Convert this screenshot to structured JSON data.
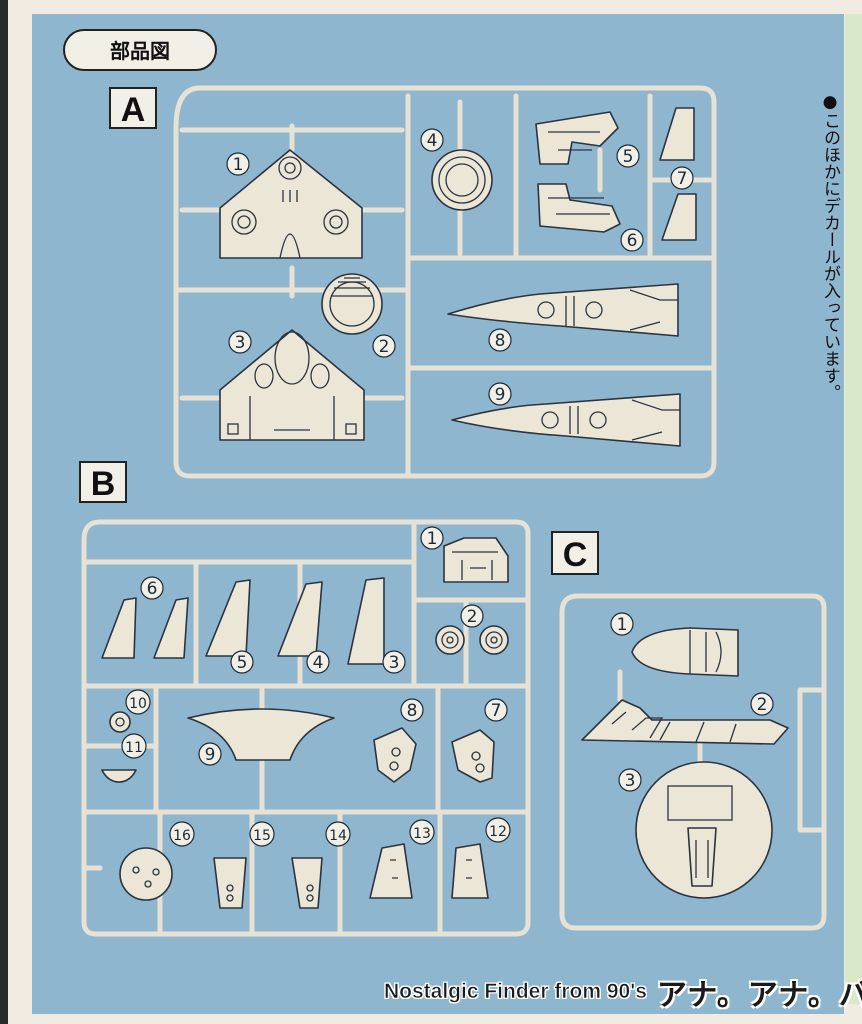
{
  "header": {
    "title": "部品図"
  },
  "sheets": {
    "A": {
      "letter": "A",
      "numbers": [
        "1",
        "2",
        "3",
        "4",
        "5",
        "6",
        "7",
        "8",
        "9"
      ]
    },
    "B": {
      "letter": "B",
      "numbers": [
        "1",
        "2",
        "3",
        "4",
        "5",
        "6",
        "7",
        "8",
        "9",
        "10",
        "11",
        "12",
        "13",
        "14",
        "15",
        "16"
      ]
    },
    "C": {
      "letter": "C",
      "numbers": [
        "1",
        "2",
        "3"
      ]
    }
  },
  "side_note": {
    "text": "●このほかにデカールが入っています。"
  },
  "watermark": {
    "text": "Nostalgic Finder from 90's",
    "logo": "アナ。アナ。バー"
  },
  "colors": {
    "paper_blue": "#8fb6cf",
    "sprue": "#e8e2d4",
    "part": "#ece6d6",
    "line": "#2a3440"
  }
}
